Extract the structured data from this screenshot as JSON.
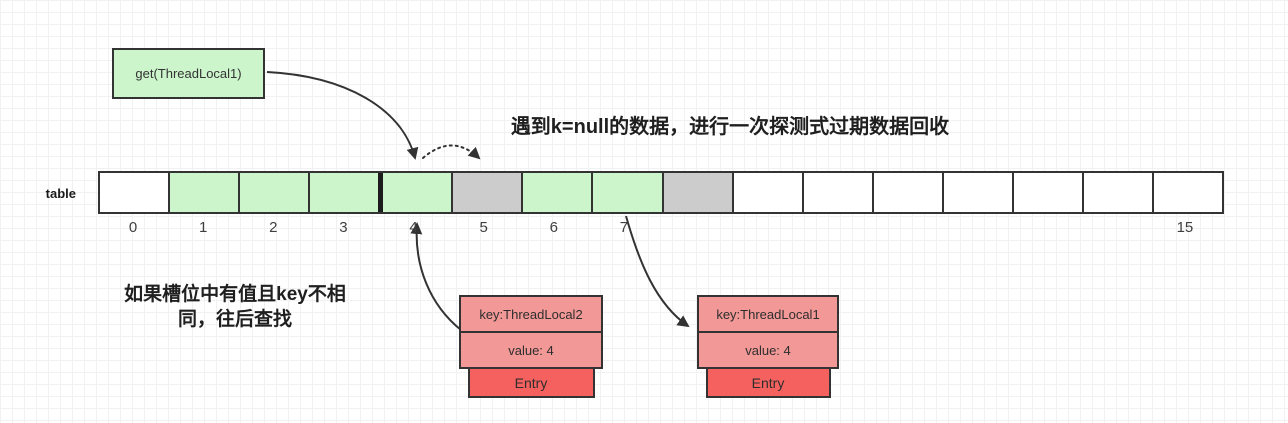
{
  "colors": {
    "green": "#ccf5cc",
    "gray": "#cccccc",
    "white": "#ffffff",
    "coral": "#f29896",
    "red": "#f4615e",
    "stroke": "#333333"
  },
  "get_box": {
    "label": "get(ThreadLocal1)"
  },
  "annotations": {
    "top_note": "遇到k=null的数据，进行一次探测式过期数据回收",
    "left_note_line1": "如果槽位中有值且key不相",
    "left_note_line2": "同，往后查找"
  },
  "table": {
    "label": "table",
    "cells": [
      {
        "index": 0,
        "label": "0",
        "state": "empty"
      },
      {
        "index": 1,
        "label": "1",
        "state": "filled"
      },
      {
        "index": 2,
        "label": "2",
        "state": "filled"
      },
      {
        "index": 3,
        "label": "3",
        "state": "filled"
      },
      {
        "index": 4,
        "label": "4",
        "state": "filled",
        "thick_left": true
      },
      {
        "index": 5,
        "label": "5",
        "state": "stale"
      },
      {
        "index": 6,
        "label": "6",
        "state": "filled"
      },
      {
        "index": 7,
        "label": "7",
        "state": "filled"
      },
      {
        "index": 8,
        "label": "",
        "state": "stale"
      },
      {
        "index": 9,
        "label": "",
        "state": "empty"
      },
      {
        "index": 10,
        "label": "",
        "state": "empty"
      },
      {
        "index": 11,
        "label": "",
        "state": "empty"
      },
      {
        "index": 12,
        "label": "",
        "state": "empty"
      },
      {
        "index": 13,
        "label": "",
        "state": "empty"
      },
      {
        "index": 14,
        "label": "",
        "state": "empty"
      },
      {
        "index": 15,
        "label": "15",
        "state": "empty"
      }
    ]
  },
  "entries": [
    {
      "key": "key:ThreadLocal2",
      "value": "value: 4",
      "tag": "Entry"
    },
    {
      "key": "key:ThreadLocal1",
      "value": "value: 4",
      "tag": "Entry"
    }
  ]
}
